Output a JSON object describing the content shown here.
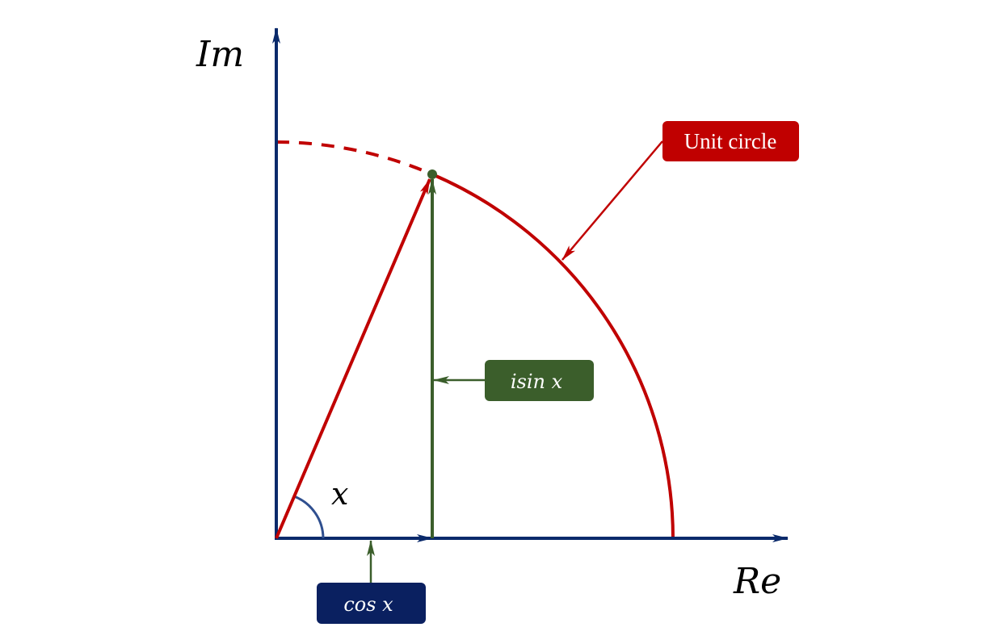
{
  "axes": {
    "imaginary_label": "Im",
    "real_label": "Re"
  },
  "angle": {
    "label": "x"
  },
  "callouts": {
    "unit_circle": "Unit circle",
    "sine": "isin x",
    "cosine": "cos x"
  },
  "colors": {
    "axis": "#0a2a6b",
    "circle": "#c00000",
    "sine": "#3b5e2b",
    "angle_arc": "#2f4f8f",
    "cos_box": "#0a2060"
  }
}
